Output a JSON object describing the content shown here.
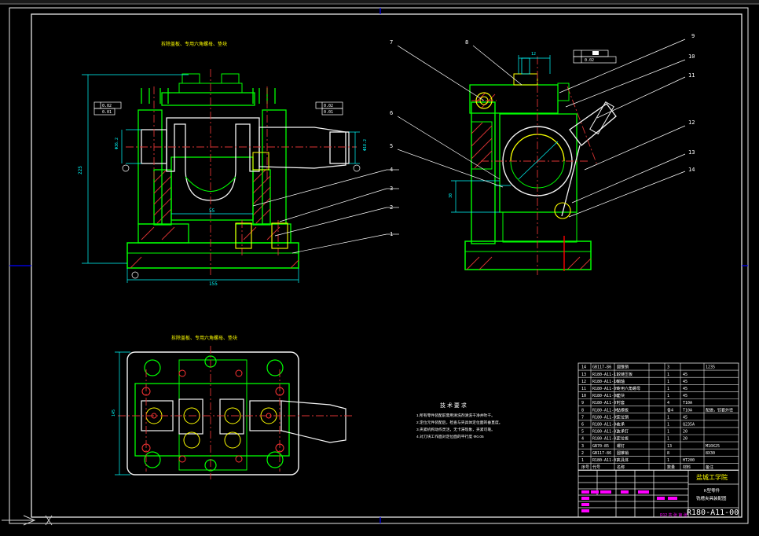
{
  "drawing": {
    "drawing_number": "R180-A11-00",
    "school": "盐城工学院",
    "title_line1": "K型零件",
    "title_line2": "铣槽夹具装配图",
    "scale_note": "R12 共 张 第 张",
    "view_note_top": "拆除盖板、专用六角螺母、垫块",
    "view_note_bottom": "拆除盖板、专用六角螺母、垫块",
    "tech_title": "技 术 要 求",
    "tech_lines": [
      "1.所有零件装配前需用清洗剂清洗干净并吹干。",
      "2.定位元件装配后，检查与夹具体定位面的垂直度。",
      "3.夹紧机构动作灵活，无卡滞现象，夹紧可靠。",
      "4.对刀块工作面对定位面的平行度 Φ0.05"
    ],
    "dims": {
      "height": "225",
      "width": "155",
      "inner": "55",
      "bottom_height": "145",
      "bore": "Φ36.2",
      "bore2": "Φ18.2",
      "tol1": "0.02",
      "tol2": "0.01",
      "d30": "30",
      "d12": "12"
    },
    "balloons": [
      "1",
      "2",
      "3",
      "4",
      "5",
      "6",
      "7",
      "8",
      "9",
      "10",
      "11",
      "12",
      "13",
      "14"
    ],
    "bom": [
      {
        "no": "14",
        "code": "GB117-86",
        "name": "圆锥销",
        "qty": "3",
        "mat": "",
        "note": "1235"
      },
      {
        "no": "13",
        "code": "R180-A11-11",
        "name": "铰链压板",
        "qty": "1",
        "mat": "45",
        "note": ""
      },
      {
        "no": "12",
        "code": "R180-A11-10",
        "name": "销轴",
        "qty": "1",
        "mat": "45",
        "note": ""
      },
      {
        "no": "11",
        "code": "R180-A11-09",
        "name": "专用六角螺母",
        "qty": "1",
        "mat": "45",
        "note": ""
      },
      {
        "no": "10",
        "code": "R180-A11-08",
        "name": "垫块",
        "qty": "1",
        "mat": "45",
        "note": ""
      },
      {
        "no": "9",
        "code": "R180-A11-07",
        "name": "衬套",
        "qty": "4",
        "mat": "T10A",
        "note": ""
      },
      {
        "no": "8",
        "code": "R180-A11-06",
        "name": "钻模板",
        "qty": "各4",
        "mat": "T10A",
        "note": "配做，铰套外径"
      },
      {
        "no": "7",
        "code": "R180-A11-05",
        "name": "定位销",
        "qty": "1",
        "mat": "45",
        "note": ""
      },
      {
        "no": "6",
        "code": "R180-A11-04",
        "name": "支承",
        "qty": "1",
        "mat": "Q235A",
        "note": ""
      },
      {
        "no": "5",
        "code": "R180-A11-03",
        "name": "支承钉",
        "qty": "1",
        "mat": "20",
        "note": ""
      },
      {
        "no": "4",
        "code": "R180-A11-02",
        "name": "定位板",
        "qty": "1",
        "mat": "20",
        "note": ""
      },
      {
        "no": "3",
        "code": "GB70-85",
        "name": "螺钉",
        "qty": "13",
        "mat": "",
        "note": "M10X25"
      },
      {
        "no": "2",
        "code": "GB117-86",
        "name": "圆锥销",
        "qty": "8",
        "mat": "",
        "note": "8X30"
      },
      {
        "no": "1",
        "code": "R180-A11-01",
        "name": "夹具体",
        "qty": "1",
        "mat": "HT200",
        "note": ""
      }
    ],
    "bom_header": [
      "序号",
      "代号",
      "名称",
      "数量",
      "材料",
      "备注"
    ]
  }
}
